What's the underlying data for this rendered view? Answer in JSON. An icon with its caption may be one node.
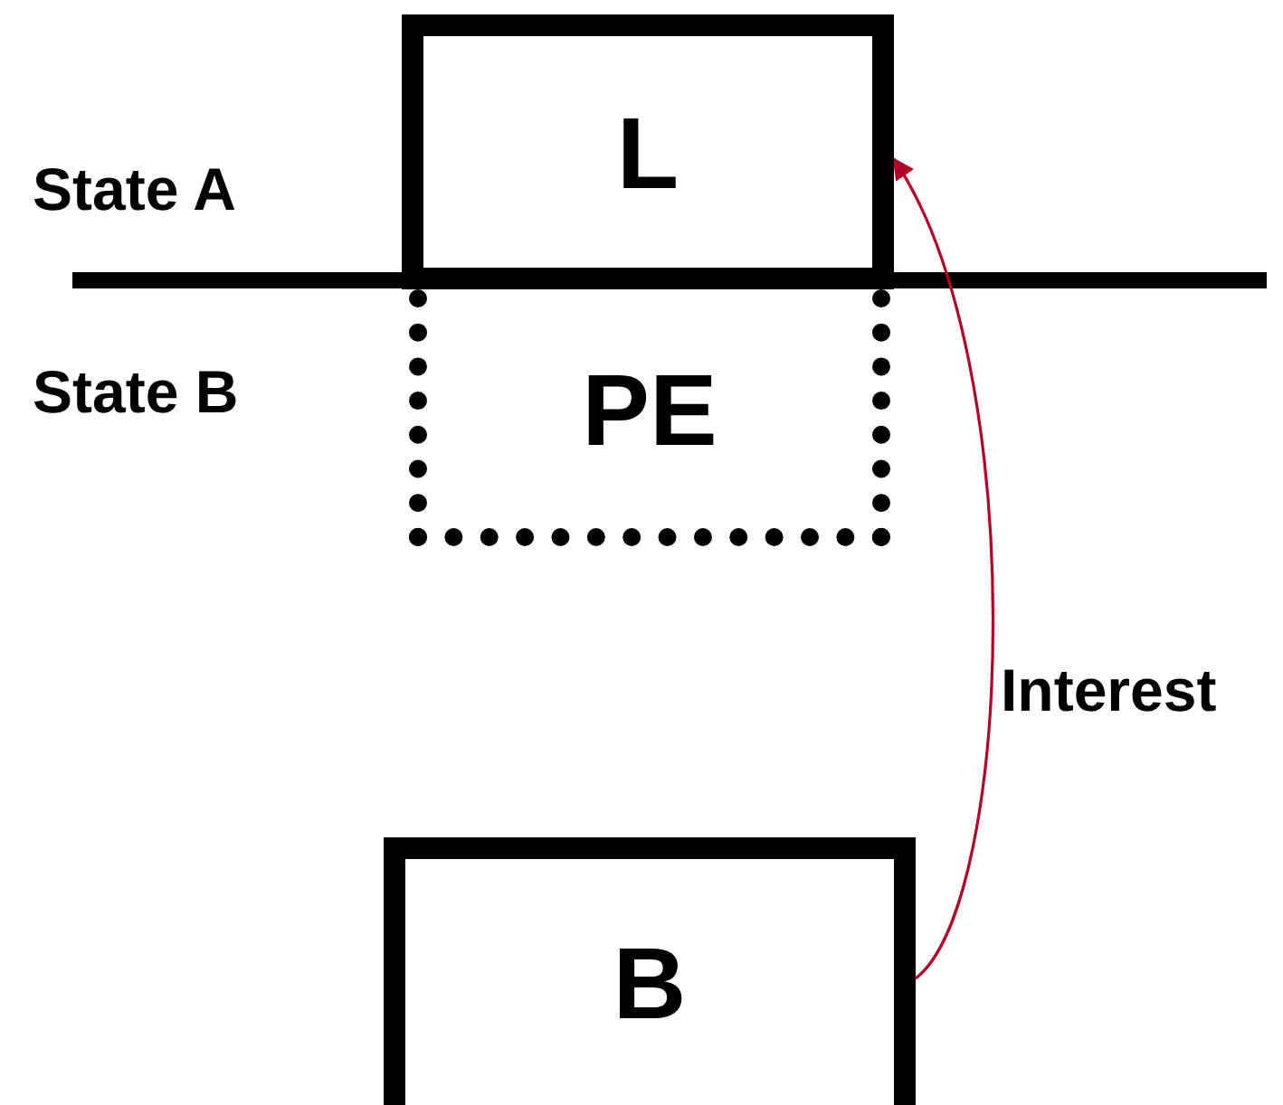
{
  "diagram": {
    "nodes": [
      {
        "text": [
          "L"
        ]
      },
      {
        "text": [
          "PE"
        ]
      },
      {
        "text": [
          "B"
        ]
      }
    ],
    "edges": [
      {
        "from": 2,
        "to": 0,
        "arrow": "to",
        "label": "Interest",
        "color": "#b5002a"
      }
    ],
    "labels": [
      "State A",
      "State B"
    ]
  }
}
